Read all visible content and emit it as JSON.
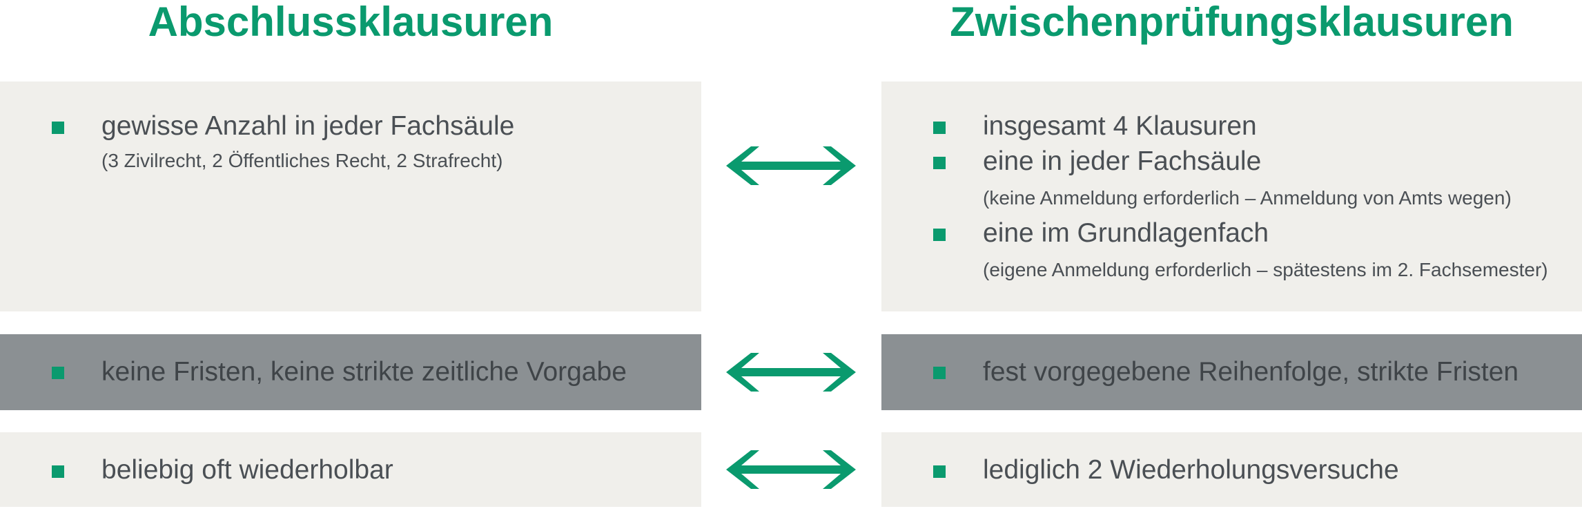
{
  "headings": {
    "left": "Abschlussklausuren",
    "right": "Zwischenprüfungsklausuren"
  },
  "rows": [
    {
      "left": {
        "items": [
          {
            "text": "gewisse Anzahl in jeder Fachsäule",
            "note": "(3 Zivilrecht, 2 Öffentliches Recht, 2 Strafrecht)"
          }
        ]
      },
      "right": {
        "items": [
          {
            "text": "insgesamt 4 Klausuren"
          },
          {
            "text": "eine in jeder Fachsäule",
            "note": "(keine Anmeldung erforderlich – Anmeldung von Amts wegen)"
          },
          {
            "text": "eine im Grundlagenfach",
            "note": "(eigene Anmeldung erforderlich – spätestens im 2. Fachsemester)"
          }
        ]
      }
    },
    {
      "left": {
        "items": [
          {
            "text": "keine Fristen, keine strikte zeitliche Vorgabe"
          }
        ]
      },
      "right": {
        "items": [
          {
            "text": "fest vorgegebene Reihenfolge, strikte Fristen"
          }
        ]
      }
    },
    {
      "left": {
        "items": [
          {
            "text": "beliebig oft wiederholbar"
          }
        ]
      },
      "right": {
        "items": [
          {
            "text": "lediglich 2 Wiederholungsversuche"
          }
        ]
      }
    }
  ],
  "colors": {
    "accent": "#0a9a6e",
    "panel_light": "#f0efeb",
    "panel_dark": "#8b9093",
    "text": "#4a4f54"
  },
  "icons": {
    "bullet": "square-bullet",
    "connector": "double-headed-arrow"
  }
}
